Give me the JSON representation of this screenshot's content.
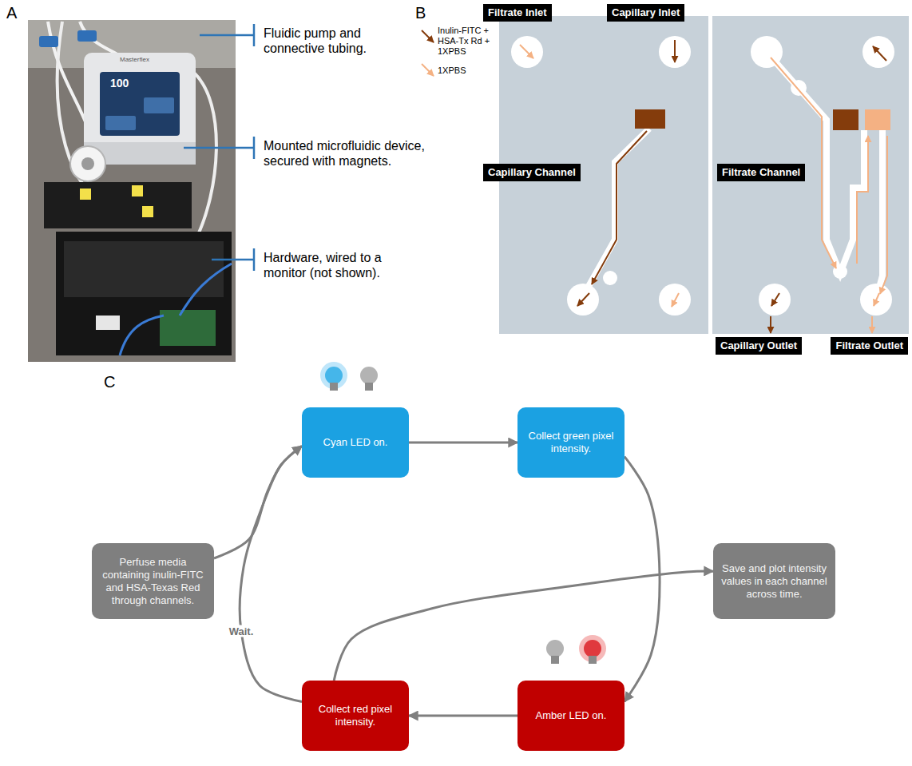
{
  "diagram": {
    "nodes": [
      {
        "text": [
          "Filtrate Inlet"
        ]
      },
      {
        "text": [
          "Capillary Inlet"
        ]
      },
      {
        "text": [
          "Capillary Channel"
        ]
      },
      {
        "text": [
          "Filtrate Channel"
        ]
      },
      {
        "text": [
          "Capillary Outlet"
        ]
      },
      {
        "text": [
          "Filtrate Outlet"
        ]
      },
      {
        "text": [
          "Cyan LED on."
        ]
      },
      {
        "text": [
          "Collect green pixel intensity."
        ]
      },
      {
        "text": [
          "Perfuse media containing inulin-FITC and HSA-Texas Red through channels."
        ]
      },
      {
        "text": [
          "Save and plot intensity values in each channel across time."
        ]
      },
      {
        "text": [
          "Collect red pixel intensity."
        ]
      },
      {
        "text": [
          "Amber LED on."
        ]
      }
    ],
    "edges": [
      {
        "from": 8,
        "to": 6,
        "arrow": "to"
      },
      {
        "from": 6,
        "to": 7,
        "arrow": "to"
      },
      {
        "from": 7,
        "to": 11,
        "arrow": "to"
      },
      {
        "from": 11,
        "to": 10,
        "arrow": "to"
      },
      {
        "from": 10,
        "to": 6,
        "arrow": "to",
        "label": "Wait."
      },
      {
        "from": 10,
        "to": 9,
        "arrow": "to"
      }
    ],
    "labels": [
      "A",
      "B",
      "C",
      "Fluidic pump and connective tubing.",
      "Mounted microfluidic device, secured with magnets.",
      "Hardware, wired to a monitor (not shown).",
      "Masterflex",
      "100"
    ],
    "legend": [
      {
        "text": "Inulin-FITC + HSA-Tx Rd + 1XPBS"
      },
      {
        "text": "1XPBS"
      }
    ]
  }
}
